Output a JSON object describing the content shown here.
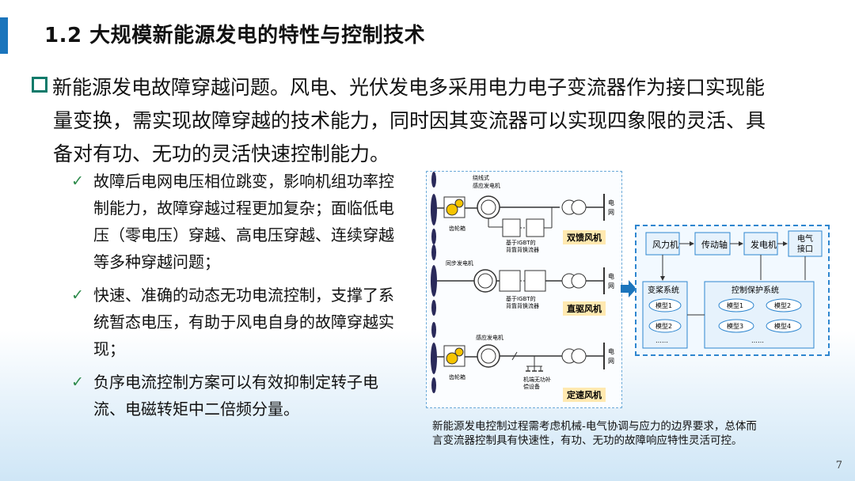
{
  "slide": {
    "title": "1.2 大规模新能源发电的特性与控制技术",
    "page_number": "7"
  },
  "intro": {
    "line1": "新能源发电故障穿越问题。风电、光伏发电多采用电力电子变流器作为接口实现能",
    "line2": "量变换，需实现故障穿越的技术能力，同时因其变流器可以实现四象限的灵活、具",
    "line3": "备对有功、无功的灵活快速控制能力。"
  },
  "bullets": [
    {
      "text": "故障后电网电压相位跳变，影响机组功率控制能力，故障穿越过程更加复杂；面临低电压（零电压）穿越、高电压穿越、连续穿越等多种穿越问题；"
    },
    {
      "text": "快速、准确的动态无功电流控制，支撑了系统暂态电压，有助于风电自身的故障穿越实现；"
    },
    {
      "text": "负序电流控制方案可以有效抑制定转子电流、电磁转矩中二倍频分量。"
    }
  ],
  "diagram": {
    "gen1_label": "绕线式",
    "gen1_label2": "感应发电机",
    "gearbox1": "齿轮箱",
    "conv1_label": "基于IGBT的",
    "conv1_label2": "背靠背换流器",
    "type1": "双馈风机",
    "grid1": "电",
    "grid1b": "网",
    "gen2_label": "同步发电机",
    "conv2_label": "基于IGBT的",
    "conv2_label2": "背靠背换流器",
    "type2": "直驱风机",
    "grid2": "电",
    "grid2b": "网",
    "gen3_label": "感应发电机",
    "gearbox3": "齿轮箱",
    "comp_label": "机端无功补",
    "comp_label2": "偿设备",
    "type3": "定速风机",
    "grid3": "电",
    "grid3b": "网"
  },
  "control": {
    "box_wind": "风力机",
    "box_shaft": "传动轴",
    "box_gen": "发电机",
    "box_iface1": "电气",
    "box_iface2": "接口",
    "pitch_title": "变桨系统",
    "pitch_m1": "模型1",
    "pitch_m2": "模型2",
    "pitch_more": "……",
    "prot_title": "控制保护系统",
    "prot_m1": "模型1",
    "prot_m2": "模型2",
    "prot_m3": "模型3",
    "prot_m4": "模型4",
    "prot_more": "……"
  },
  "caption": {
    "line1": "新能源发电控制过程需考虑机械-电气协调与应力的边界要求，总体而",
    "line2": "言变流器控制具有快速性，有功、无功的故障响应特性灵活可控。"
  },
  "colors": {
    "accent": "#1b75bc",
    "check": "#2c8a4a",
    "box_fill": "#e6f2fc",
    "box_stroke": "#2e86cf",
    "label_fill": "#ffe9b0"
  }
}
